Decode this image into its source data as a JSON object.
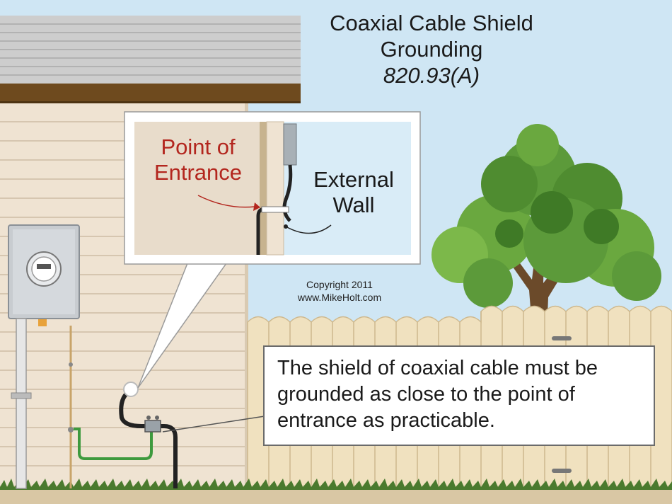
{
  "title": {
    "line1": "Coaxial Cable Shield",
    "line2": "Grounding",
    "code": "820.93(A)"
  },
  "inset": {
    "point_of_entrance_line1": "Point of",
    "point_of_entrance_line2": "Entrance",
    "external_wall_line1": "External",
    "external_wall_line2": "Wall"
  },
  "copyright": {
    "line1": "Copyright 2011",
    "line2": "www.MikeHolt.com"
  },
  "callout": {
    "text": "The shield of coaxial cable must be grounded as close to the point of entrance as practicable."
  },
  "colors": {
    "sky": "#cfe6f4",
    "siding": "#efe3d2",
    "roof_shingles": "#c9c9c9",
    "fascia": "#6e4a1e",
    "fence": "#f0e1bf",
    "tree_green": "#5c9a3a",
    "grounding_wire": "#3e9a3e",
    "label_red": "#b3261e"
  }
}
